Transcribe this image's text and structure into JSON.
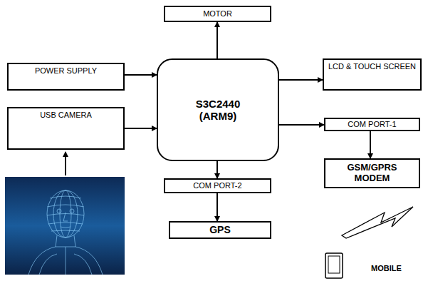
{
  "diagram": {
    "nodes": [
      {
        "text": [
          "MOTOR"
        ]
      },
      {
        "text": [
          "POWER SUPPLY"
        ]
      },
      {
        "text": [
          "USB CAMERA"
        ]
      },
      {
        "text": [
          "S3C2440 (ARM9)"
        ]
      },
      {
        "text": [
          "LCD & TOUCH SCREEN"
        ]
      },
      {
        "text": [
          "COM PORT-1"
        ]
      },
      {
        "text": [
          "GSM/GPRS MODEM"
        ]
      },
      {
        "text": [
          "COM PORT-2"
        ]
      },
      {
        "text": [
          "GPS"
        ]
      }
    ],
    "edges": [
      {
        "from": 3,
        "to": 0,
        "arrow": "to"
      },
      {
        "from": 1,
        "to": 3,
        "arrow": "to"
      },
      {
        "from": 2,
        "to": 3,
        "arrow": "to"
      },
      {
        "from": 3,
        "to": 4,
        "arrow": "to"
      },
      {
        "from": 3,
        "to": 5,
        "arrow": "to"
      },
      {
        "from": 5,
        "to": 6,
        "arrow": "to"
      },
      {
        "from": 3,
        "to": 7,
        "arrow": "to"
      },
      {
        "from": 7,
        "to": 8,
        "arrow": "to"
      }
    ],
    "labels": [
      "MOBILE"
    ]
  }
}
